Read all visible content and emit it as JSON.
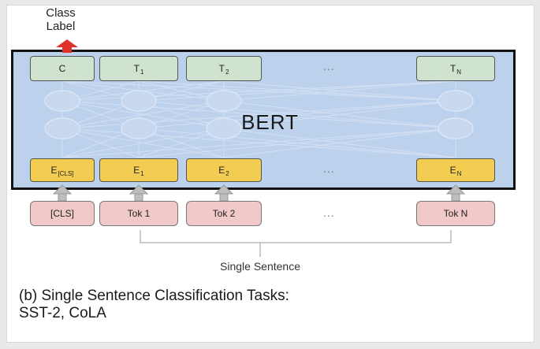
{
  "diagram": {
    "class_label": "Class\nLabel",
    "model_name": "BERT",
    "outputs": [
      {
        "main": "C",
        "sub": ""
      },
      {
        "main": "T",
        "sub": "1"
      },
      {
        "main": "T",
        "sub": "2"
      },
      {
        "main": "...",
        "sub": ""
      },
      {
        "main": "T",
        "sub": "N"
      }
    ],
    "embeddings": [
      {
        "main": "E",
        "sub": "[CLS]"
      },
      {
        "main": "E",
        "sub": "1"
      },
      {
        "main": "E",
        "sub": "2"
      },
      {
        "main": "...",
        "sub": ""
      },
      {
        "main": "E",
        "sub": "N"
      }
    ],
    "tokens": [
      "[CLS]",
      "Tok 1",
      "Tok 2",
      "...",
      "Tok N"
    ],
    "sentence_label": "Single Sentence",
    "caption_line1": "(b) Single Sentence Classification Tasks:",
    "caption_line2": "SST-2, CoLA",
    "colors": {
      "bert_fill": "#bcd1ec",
      "output_fill": "#cfe3cf",
      "embedding_fill": "#f2cd52",
      "token_fill": "#f1c9c9",
      "arrow_red": "#e0302a",
      "arrow_gray": "#bdbdbd"
    }
  }
}
